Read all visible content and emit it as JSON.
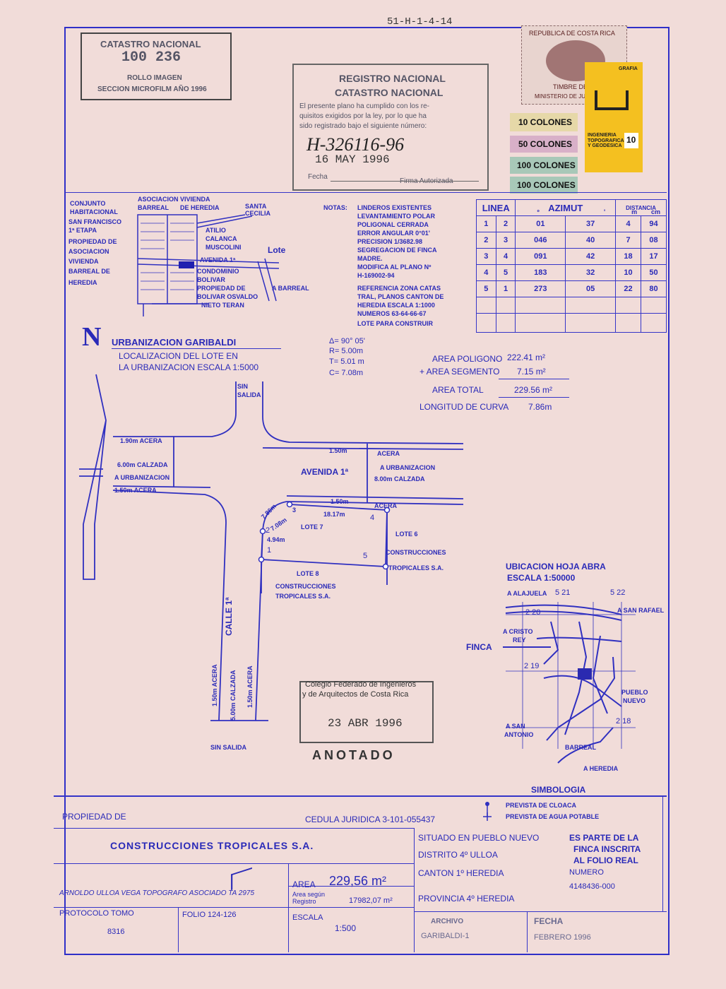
{
  "header_code": "51-H-1-4-14",
  "catastro": {
    "title": "CATASTRO NACIONAL",
    "number": "100 236",
    "rollo": "ROLLO IMAGEN",
    "seccion": "SECCION MICROFILM AÑO 1996"
  },
  "registro": {
    "title1": "REGISTRO NACIONAL",
    "title2": "CATASTRO NACIONAL",
    "line1": "El presente plano ha cumplido con los re-",
    "line2": "quisitos exigidos por la ley, por lo que ha",
    "line3": "sido registrado bajo el siguiente número:",
    "plano_number": "H-326116-96",
    "date": "16 MAY 1996",
    "fecha_label": "Fecha",
    "firma_label": "Firma Autorizada"
  },
  "stamps": {
    "republica": "REPUBLICA DE COSTA RICA",
    "timbre": "TIMBRE DE ARCHIVOS",
    "ministerio": "MINISTERIO DE JUSTICIA",
    "values": [
      "10 COLONES",
      "50 COLONES",
      "100 COLONES",
      "100 COLONES"
    ],
    "ingenieria": "INGENIERIA TOPOGRAFICA Y GEODESICA",
    "ing_value": "10",
    "grafia": "GRAFIA"
  },
  "location_sketch": {
    "labels": [
      "CONJUNTO",
      "HABITACIONAL",
      "SAN FRANCISCO",
      "1ª ETAPA",
      "PROPIEDAD DE",
      "ASOCIACION",
      "VIVIENDA",
      "BARREAL DE",
      "HEREDIA"
    ],
    "asoc1": "ASOCIACION VIVIENDA",
    "asoc2": "BARREAL",
    "asoc3": "DE HEREDIA",
    "santa": "SANTA",
    "cecilia": "CECILIA",
    "atilio": "ATILIO",
    "calanca": "CALANCA",
    "muscolini": "MUSCOLINI",
    "lote": "Lote",
    "avenida": "AVENIDA 1ª",
    "condominio": "CONDOMINIO",
    "bolivar": "BOLIVAR",
    "propiedad": "PROPIEDAD DE",
    "osvaldo": "BOLIVAR OSVALDO",
    "nieto": "NIETO TERAN",
    "abarreal": "A BARREAL"
  },
  "notas": {
    "title": "NOTAS:",
    "lines": [
      "LINDEROS EXISTENTES",
      "LEVANTAMIENTO POLAR",
      "POLIGONAL CERRADA",
      "ERROR ANGULAR 0°01'",
      "PRECISION 1/3682.98",
      "SEGREGACION DE FINCA",
      "MADRE.",
      "MODIFICA AL PLANO Nº",
      "H-169002-94",
      "REFERENCIA ZONA CATAS",
      "TRAL, PLANOS CANTON DE",
      "HEREDIA ESCALA 1:1000",
      "NUMEROS 63-64-66-67",
      "LOTE PARA CONSTRUIR"
    ]
  },
  "azimut_table": {
    "headers": [
      "LINEA",
      "AZIMUT",
      "DISTANCIA"
    ],
    "sub_headers": [
      "º",
      "'",
      "m",
      "cm"
    ],
    "rows": [
      [
        "1",
        "2",
        "01",
        "37",
        "4",
        "94"
      ],
      [
        "2",
        "3",
        "046",
        "40",
        "7",
        "08"
      ],
      [
        "3",
        "4",
        "091",
        "42",
        "18",
        "17"
      ],
      [
        "4",
        "5",
        "183",
        "32",
        "10",
        "50"
      ],
      [
        "5",
        "1",
        "273",
        "05",
        "22",
        "80"
      ]
    ]
  },
  "urbanizacion": {
    "north": "N",
    "title": "URBANIZACION GARIBALDI",
    "sub1": "LOCALIZACION DEL LOTE EN",
    "sub2": "LA URBANIZACION ESCALA 1:5000"
  },
  "curve": {
    "delta": "Δ= 90° 05'",
    "r": "R= 5.00m",
    "t": "T= 5.01 m",
    "c": "C= 7.08m"
  },
  "areas": {
    "poligono_label": "AREA POLIGONO",
    "poligono_value": "222.41 m²",
    "segmento_label": "+ AREA SEGMENTO",
    "segmento_value": "7.15 m²",
    "total_label": "AREA TOTAL",
    "total_value": "229.56 m²",
    "curva_label": "LONGITUD DE CURVA",
    "curva_value": "7.86m"
  },
  "plan": {
    "sin_salida_top": "SIN SALIDA",
    "acera_190": "1.90m ACERA",
    "calzada_600": "6.00m CALZADA",
    "a_urbanizacion_left": "A URBANIZACION",
    "acera_150_left": "1.50m ACERA",
    "acera_150_top": "1.50m",
    "acera_word": "ACERA",
    "avenida": "AVENIDA 1ª",
    "a_urbanizacion_right": "A URBANIZACION",
    "calzada_800": "8.00m CALZADA",
    "m786": "7.86m",
    "m150b": "1.50m",
    "acera_b": "ACERA",
    "m1817": "18.17m",
    "m708": "7.08m",
    "p3": "3",
    "p2": "2",
    "m494": "4.94m",
    "p1": "1",
    "p4": "4",
    "p5": "5",
    "lote7": "LOTE 7",
    "lote6": "LOTE 6",
    "constr_a": "CONSTRUCCIONES",
    "tropicales_a": "TROPICALES S.A.",
    "lote8": "LOTE 8",
    "constr_b": "CONSTRUCCIONES",
    "tropicales_b": "TROPICALES S.A.",
    "calle": "CALLE 1ª",
    "acera_left": "1.50m ACERA",
    "calzada_vert": "5.00m CALZADA",
    "acera_right": "1.50m ACERA",
    "sin_salida_bottom": "SIN SALIDA"
  },
  "colegio": {
    "line1": "Colegio Federado de Ingenieros",
    "line2": "y de Arquitectos de Costa Rica",
    "date": "23 ABR 1996",
    "anotado": "ANOTADO"
  },
  "ubicacion": {
    "title": "UBICACION HOJA ABRA",
    "escala": "ESCALA 1:50000",
    "alajuela": "A ALAJUELA",
    "n521": "5 21",
    "n522": "5 22",
    "sanrafael": "A SAN RAFAEL",
    "n220": "2 20",
    "cristo": "A CRISTO",
    "rey": "REY",
    "finca": "FINCA",
    "n219": "2 19",
    "pueblo": "PUEBLO",
    "nuevo": "NUEVO",
    "san": "A SAN",
    "antonio": "ANTONIO",
    "n218": "2 18",
    "barreal": "BARREAL",
    "heredia": "A HEREDIA"
  },
  "simbologia": {
    "title": "SIMBOLOGIA",
    "cloaca": "PREVISTA DE CLOACA",
    "agua": "PREVISTA DE AGUA POTABLE"
  },
  "title_block": {
    "propiedad_label": "PROPIEDAD DE",
    "cedula": "CEDULA JURIDICA 3-101-055437",
    "owner": "CONSTRUCCIONES TROPICALES S.A.",
    "topografo": "ARNOLDO ULLOA VEGA TOPOGRAFO ASOCIADO TA 2975",
    "area_label": "AREA",
    "area_value": "229,56 m²",
    "area_registro_label1": "Area según",
    "area_registro_label2": "Registro",
    "area_registro_value": "17982,07 m²",
    "situado": "SITUADO EN PUEBLO NUEVO",
    "distrito": "DISTRITO 4º ULLOA",
    "canton": "CANTON 1º HEREDIA",
    "provincia": "PROVINCIA 4º HEREDIA",
    "es_parte1": "ES PARTE DE LA",
    "es_parte2": "FINCA INSCRITA",
    "es_parte3": "AL FOLIO REAL",
    "numero_label": "NUMERO",
    "numero": "4148436-000",
    "protocolo_label": "PROTOCOLO TOMO",
    "protocolo_value": "8316",
    "folio": "FOLIO 124-126",
    "escala_label": "ESCALA",
    "escala_value": "1:500",
    "archivo_label": "ARCHIVO",
    "archivo_value": "GARIBALDI-1",
    "fecha_label": "FECHA",
    "fecha_value": "FEBRERO 1996"
  }
}
